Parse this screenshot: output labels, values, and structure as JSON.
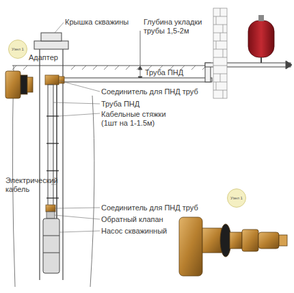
{
  "diagram": {
    "nodes": [
      {
        "text": [
          "Узел 1"
        ]
      },
      {
        "text": [
          "Узел 1"
        ]
      }
    ],
    "labels": [
      "Крышка скважины",
      "Глубина укладки трубы 1,5-2м",
      "Адаптер",
      "Труба ПНД",
      "Соединитель для ПНД труб",
      "Труба ПНД",
      "Кабельные стяжки (1шт на 1-1.5м)",
      "Электрический кабель",
      "Соединитель для ПНД труб",
      "Обратный клапан",
      "Насос скважинный"
    ]
  }
}
